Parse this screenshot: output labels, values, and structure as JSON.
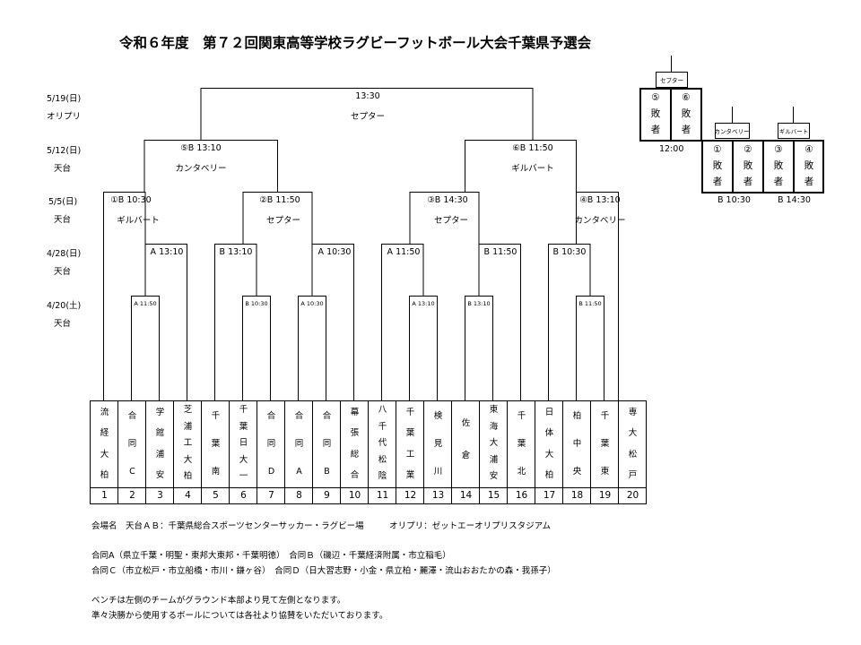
{
  "title": "令和６年度　第７２回関東高等学校ラグビーフットボール大会千葉県予選会",
  "rounds": [
    {
      "date": "5/19(日)",
      "venue": "オリプリ"
    },
    {
      "date": "5/12(日)",
      "venue": "天台"
    },
    {
      "date": "5/5(日)",
      "venue": "天台"
    },
    {
      "date": "4/28(日)",
      "venue": "天台"
    },
    {
      "date": "4/20(土)",
      "venue": "天台"
    }
  ],
  "teams": [
    {
      "no": "1",
      "name": "流経大柏"
    },
    {
      "no": "2",
      "name": "合同C"
    },
    {
      "no": "3",
      "name": "学館浦安"
    },
    {
      "no": "4",
      "name": "芝浦工大柏"
    },
    {
      "no": "5",
      "name": "千葉南"
    },
    {
      "no": "6",
      "name": "千葉日大一"
    },
    {
      "no": "7",
      "name": "合同D"
    },
    {
      "no": "8",
      "name": "合同A"
    },
    {
      "no": "9",
      "name": "合同B"
    },
    {
      "no": "10",
      "name": "幕張総合"
    },
    {
      "no": "11",
      "name": "八千代松陰"
    },
    {
      "no": "12",
      "name": "千葉工業"
    },
    {
      "no": "13",
      "name": "検見川"
    },
    {
      "no": "14",
      "name": "佐倉"
    },
    {
      "no": "15",
      "name": "東海大浦安"
    },
    {
      "no": "16",
      "name": "千葉北"
    },
    {
      "no": "17",
      "name": "日体大柏"
    },
    {
      "no": "18",
      "name": "柏中央"
    },
    {
      "no": "19",
      "name": "千葉東"
    },
    {
      "no": "20",
      "name": "専大松戸"
    }
  ],
  "matches": {
    "r1": [
      "A 11:50",
      "B 10:30",
      "A 10:30",
      "A 13:10",
      "B 13:10",
      "B 11:50"
    ],
    "r2": [
      "A 13:10",
      "B 13:10",
      "A 10:30",
      "A 11:50",
      "B 11:50",
      "B 10:30"
    ],
    "qf": [
      {
        "time": "①B 10:30",
        "field": "ギルバート"
      },
      {
        "time": "②B 11:50",
        "field": "セプター"
      },
      {
        "time": "③B 14:30",
        "field": "セプター"
      },
      {
        "time": "④B 13:10",
        "field": "カンタベリー"
      }
    ],
    "sf": [
      {
        "time": "⑤B 13:10",
        "field": "カンタベリー"
      },
      {
        "time": "⑥B 11:50",
        "field": "ギルバート"
      }
    ],
    "final": {
      "time": "13:30",
      "field": "セプター"
    }
  },
  "consolation": [
    {
      "ball": "セプター",
      "a": [
        "⑤",
        "敗",
        "者"
      ],
      "b": [
        "⑥",
        "敗",
        "者"
      ],
      "time": "12:00"
    },
    {
      "ball": "カンタベリー",
      "a": [
        "①",
        "敗",
        "者"
      ],
      "b": [
        "②",
        "敗",
        "者"
      ],
      "time": "B 10:30"
    },
    {
      "ball": "ギルバート",
      "a": [
        "③",
        "敗",
        "者"
      ],
      "b": [
        "④",
        "敗",
        "者"
      ],
      "time": "B 14:30"
    }
  ],
  "notes": {
    "venue": "会場名　天台ＡＢ：千葉県総合スポーツセンターサッカー・ラグビー場　　　オリプリ：ゼットエーオリプリスタジアム",
    "goudouAB": "合同A（県立千葉・明聖・東邦大東邦・千葉明徳）　合同Ｂ（磯辺・千葉経済附属・市立稲毛）",
    "goudouCD": "合同Ｃ（市立松戸・市立船橋・市川・鎌ヶ谷）　合同Ｄ（日大習志野・小金・県立柏・麗澤・流山おおたかの森・我孫子）",
    "bench": "ベンチは左側のチームがグラウンド本部より見て左側となります。",
    "ball": "準々決勝から使用するボールについては各社より協賛をいただいております。"
  },
  "colors": {
    "line": "#000000",
    "background": "#ffffff"
  }
}
